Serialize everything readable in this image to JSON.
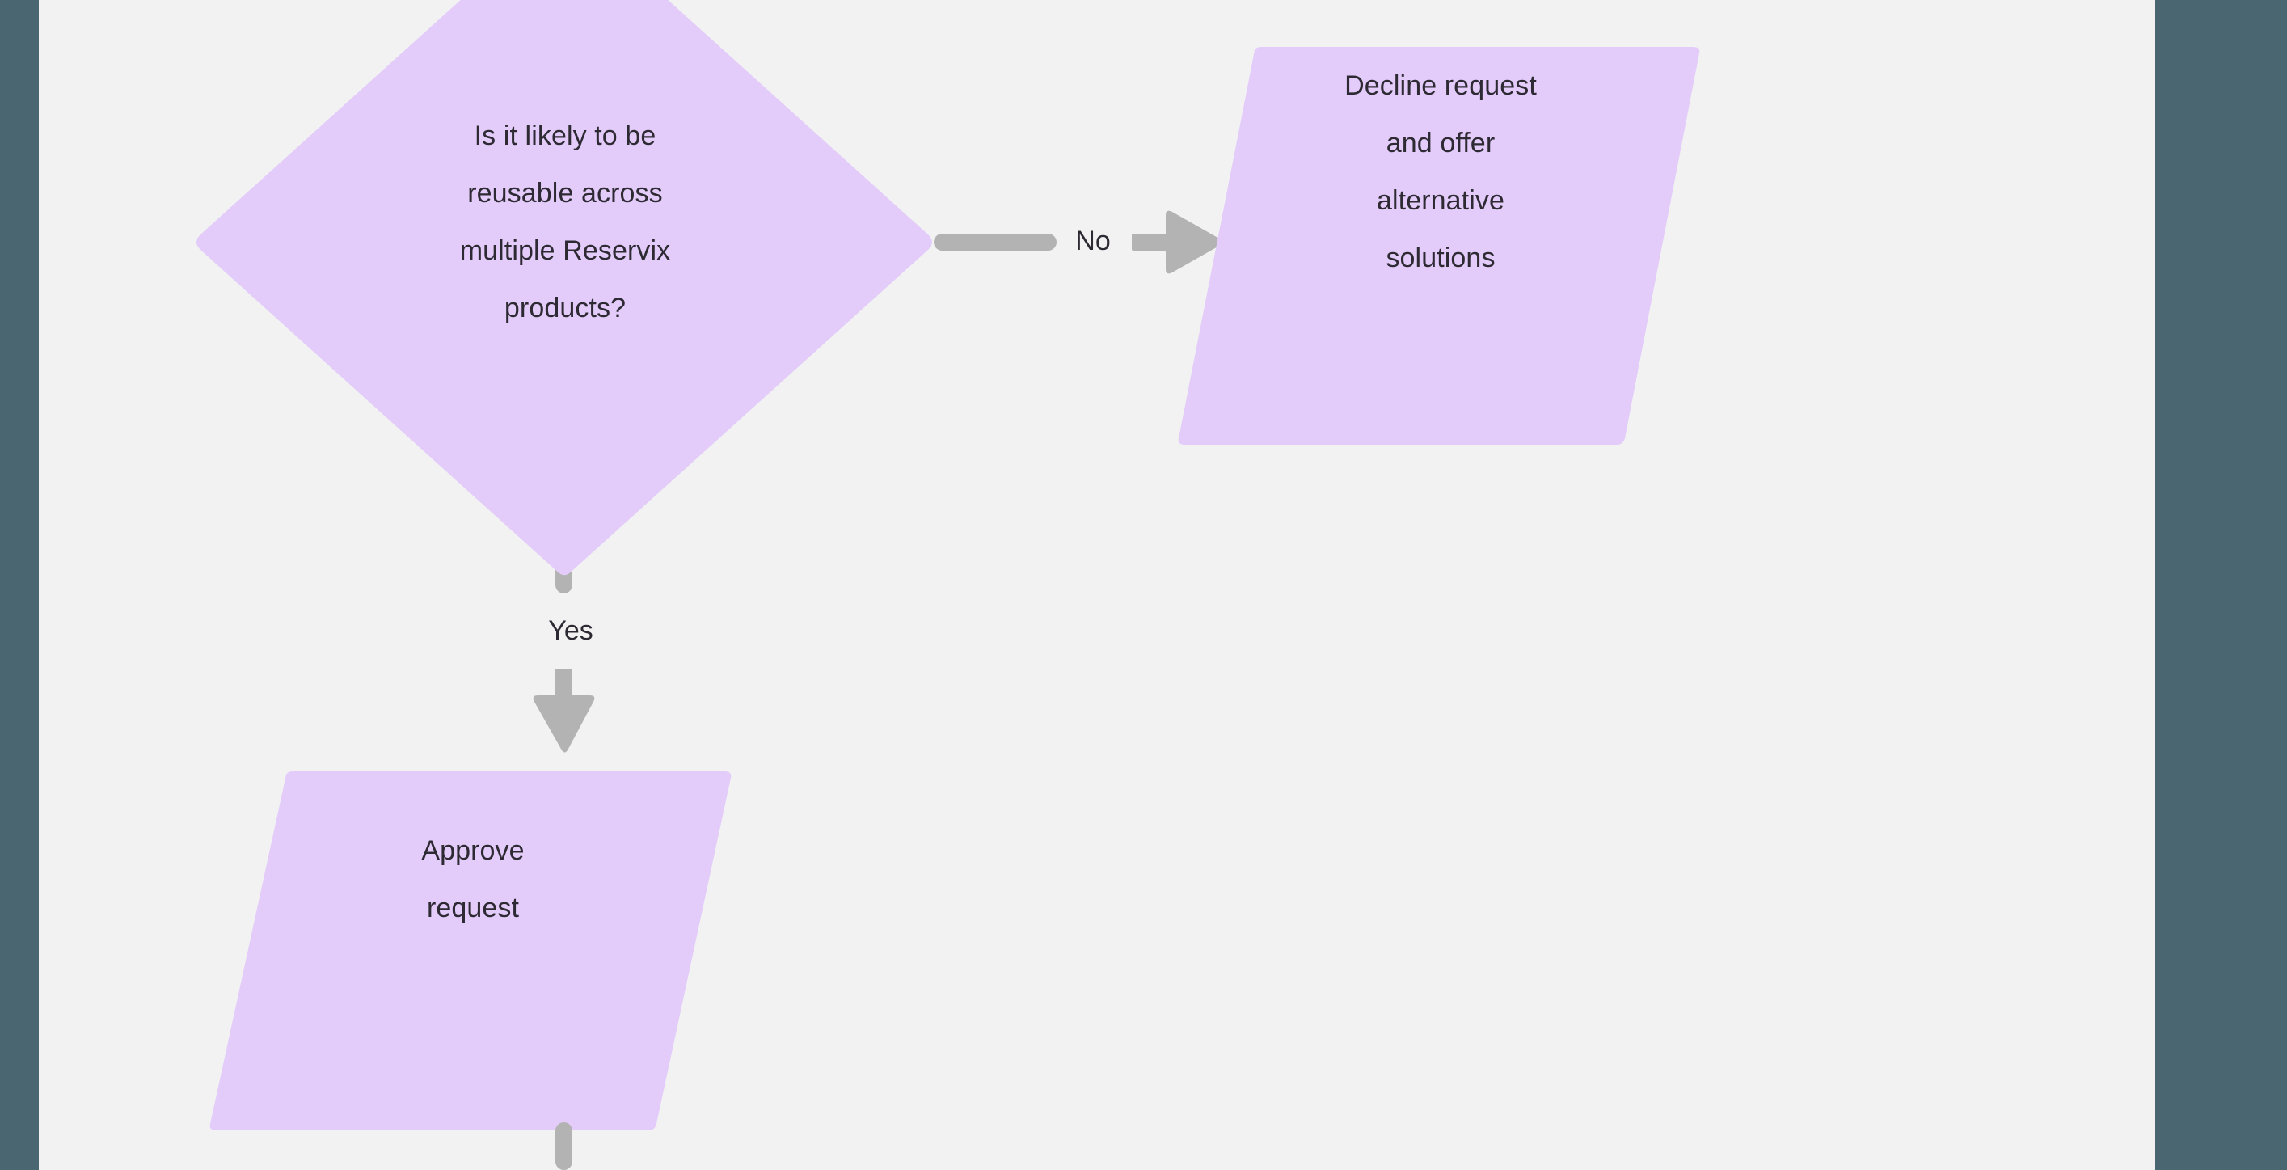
{
  "canvas": {
    "background_color": "#F2F2F2",
    "chrome_color": "#4A6670",
    "node_fill": "#E3CCFA",
    "connector_color": "#B3B3B3",
    "text_color": "#2E2A33"
  },
  "nodes": {
    "decision": {
      "shape": "diamond",
      "text": "Is it likely to be\nreusable across\nmultiple Reservix\nproducts?"
    },
    "decline": {
      "shape": "parallelogram",
      "text": "Decline request\nand offer\nalternative\nsolutions"
    },
    "approve": {
      "shape": "parallelogram",
      "text": "Approve\nrequest"
    }
  },
  "edges": {
    "no": {
      "label": "No",
      "from": "decision",
      "to": "decline",
      "direction": "right"
    },
    "yes": {
      "label": "Yes",
      "from": "decision",
      "to": "approve",
      "direction": "down"
    },
    "continue": {
      "label": "",
      "from": "approve",
      "to": "",
      "direction": "down"
    }
  }
}
